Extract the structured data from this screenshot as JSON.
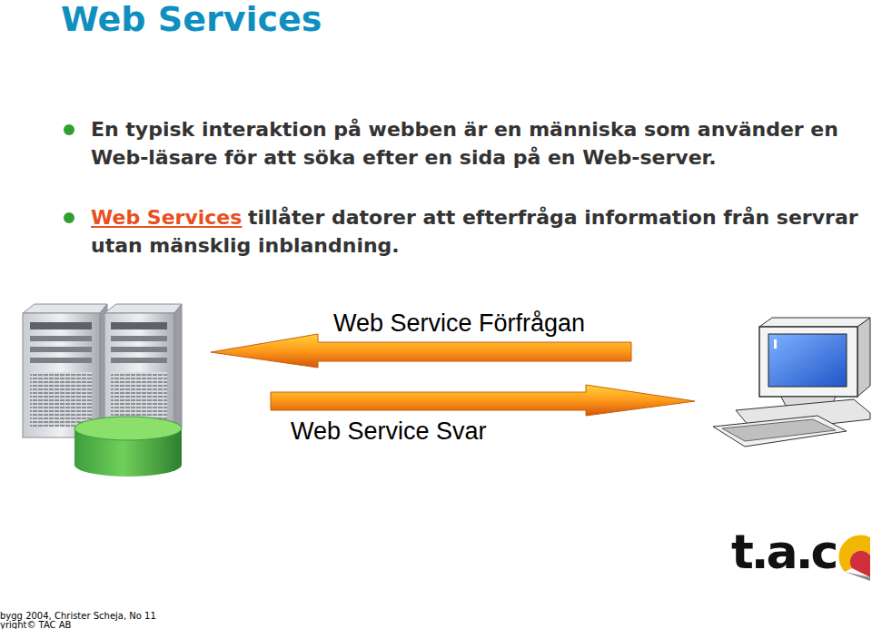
{
  "diagram": {
    "title": "Web Services",
    "labels": [
      "En typisk interaktion på webben är en människa som använder en Web-läsare för att söka efter en sida på en Web-server.",
      "Web Services",
      "tillåter datorer att efterfråga information från servrar utan mänsklig inblandning.",
      "Web Service Förfrågan",
      "Web Service Svar",
      "t.a.c",
      "bygg 2004, Christer Scheja, No 11",
      "yright© TAC AB"
    ]
  }
}
